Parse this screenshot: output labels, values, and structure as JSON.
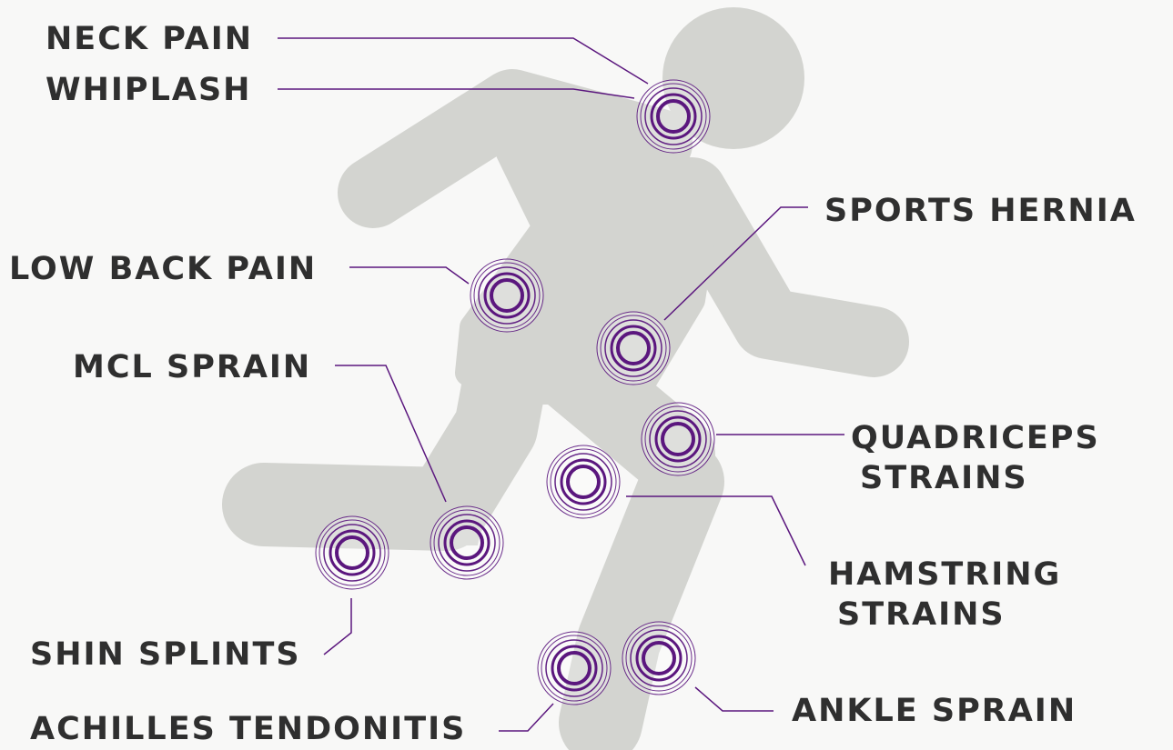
{
  "colors": {
    "background": "#f8f8f7",
    "silhouette": "#d3d4d0",
    "accent": "#5b177e",
    "label_text": "#2f2f2f"
  },
  "figure": {
    "icon": "running-person-silhouette-icon"
  },
  "labels": {
    "neck_pain": "NECK PAIN",
    "whiplash": "WHIPLASH",
    "sports_hernia": "SPORTS HERNIA",
    "low_back_pain": "LOW BACK PAIN",
    "mcl_sprain": "MCL SPRAIN",
    "quadriceps_line1": "QUADRICEPS",
    "quadriceps_line2": "STRAINS",
    "hamstring_line1": "HAMSTRING",
    "hamstring_line2": "STRAINS",
    "shin_splints": "SHIN SPLINTS",
    "achilles_tendonitis": "ACHILLES TENDONITIS",
    "ankle_sprain": "ANKLE SPRAIN"
  }
}
